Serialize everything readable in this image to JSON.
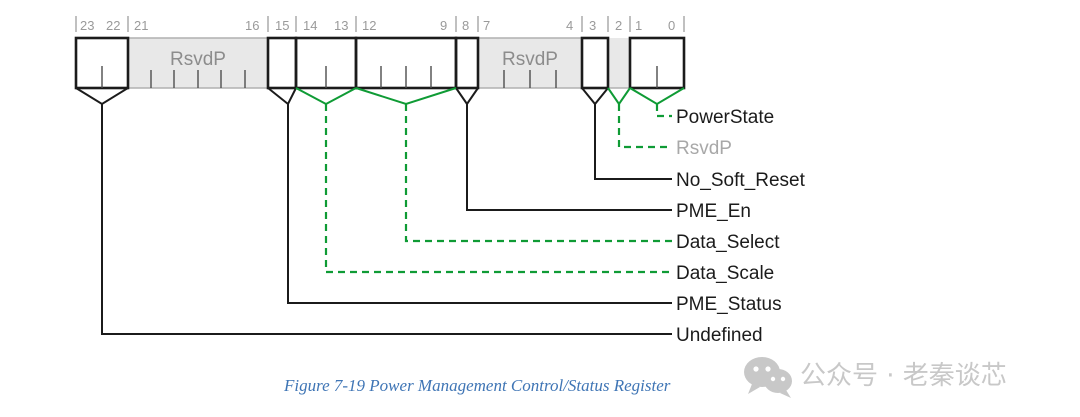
{
  "figure": {
    "caption": "Figure  7-19  Power Management Control/Status Register",
    "register_top_bit": 23,
    "register_bottom_bit": 0,
    "bit_labels": [
      "23",
      "22",
      "21",
      "16",
      "15",
      "14",
      "13",
      "12",
      "9",
      "8",
      "7",
      "4",
      "3",
      "2",
      "1",
      "0"
    ],
    "fields": [
      {
        "id": "undefined",
        "label": "",
        "hi": 23,
        "lo": 22,
        "fill": "plain",
        "edge_labels": [
          "23",
          "22"
        ]
      },
      {
        "id": "rsvdp-hi",
        "label": "RsvdP",
        "hi": 21,
        "lo": 16,
        "fill": "rsvd",
        "edge_labels": [
          "21",
          "16"
        ]
      },
      {
        "id": "pme-status",
        "label": "",
        "hi": 15,
        "lo": 15,
        "fill": "plain",
        "edge_labels": [
          "15"
        ]
      },
      {
        "id": "data-scale",
        "label": "",
        "hi": 14,
        "lo": 13,
        "fill": "plain",
        "edge_labels": [
          "14",
          "13"
        ]
      },
      {
        "id": "data-select",
        "label": "",
        "hi": 12,
        "lo": 9,
        "fill": "plain",
        "edge_labels": [
          "12",
          "9"
        ]
      },
      {
        "id": "pme-en",
        "label": "",
        "hi": 8,
        "lo": 8,
        "fill": "plain",
        "edge_labels": [
          "8"
        ]
      },
      {
        "id": "rsvdp-lo",
        "label": "RsvdP",
        "hi": 7,
        "lo": 4,
        "fill": "rsvd",
        "edge_labels": [
          "7",
          "4"
        ]
      },
      {
        "id": "no-soft-reset",
        "label": "",
        "hi": 3,
        "lo": 3,
        "fill": "plain",
        "edge_labels": [
          "3"
        ]
      },
      {
        "id": "rsvdp-bit2",
        "label": "",
        "hi": 2,
        "lo": 2,
        "fill": "rsvd",
        "edge_labels": [
          "2"
        ]
      },
      {
        "id": "power-state",
        "label": "",
        "hi": 1,
        "lo": 0,
        "fill": "plain",
        "edge_labels": [
          "1",
          "0"
        ]
      }
    ],
    "callouts": [
      {
        "id": "power-state",
        "label": "PowerState",
        "style": "dashed",
        "color": "#0f9b35",
        "text_color": "#1b1b1b",
        "from_field": "power-state"
      },
      {
        "id": "rsvdp-bit2",
        "label": "RsvdP",
        "style": "dashed",
        "color": "#0f9b35",
        "text_color": "#a8a8a8",
        "from_field": "rsvdp-bit2"
      },
      {
        "id": "no-soft-reset",
        "label": "No_Soft_Reset",
        "style": "solid",
        "color": "#1b1b1b",
        "text_color": "#1b1b1b",
        "from_field": "no-soft-reset"
      },
      {
        "id": "pme-en",
        "label": "PME_En",
        "style": "solid",
        "color": "#1b1b1b",
        "text_color": "#1b1b1b",
        "from_field": "pme-en"
      },
      {
        "id": "data-select",
        "label": "Data_Select",
        "style": "dashed",
        "color": "#0f9b35",
        "text_color": "#1b1b1b",
        "from_field": "data-select"
      },
      {
        "id": "data-scale",
        "label": "Data_Scale",
        "style": "dashed",
        "color": "#0f9b35",
        "text_color": "#1b1b1b",
        "from_field": "data-scale"
      },
      {
        "id": "pme-status",
        "label": "PME_Status",
        "style": "solid",
        "color": "#1b1b1b",
        "text_color": "#1b1b1b",
        "from_field": "pme-status"
      },
      {
        "id": "undefined",
        "label": "Undefined",
        "style": "solid",
        "color": "#1b1b1b",
        "text_color": "#1b1b1b",
        "from_field": "undefined"
      }
    ]
  },
  "watermark": {
    "text": "公众号 · 老秦谈芯",
    "icon": "wechat-icon",
    "color": "#c6c6c6"
  },
  "colors": {
    "accent_green": "#0f9b35",
    "caption_blue": "#3f75b5",
    "reserved_fill": "#e8e8e8",
    "reserved_text": "#8c8c8c",
    "line_black": "#1b1b1b"
  }
}
